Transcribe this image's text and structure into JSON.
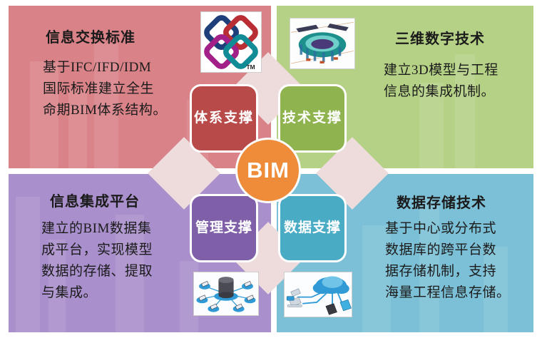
{
  "center": {
    "circle_label": "BIM",
    "boxes": [
      {
        "key": "system",
        "label": "体系支撑",
        "color": "#b94a4a"
      },
      {
        "key": "technology",
        "label": "技术支撑",
        "color": "#8fb44f"
      },
      {
        "key": "management",
        "label": "管理支撑",
        "color": "#7e5fa8"
      },
      {
        "key": "data",
        "label": "数据支撑",
        "color": "#4aabc4"
      }
    ],
    "circle_color": "#ef8c3a",
    "connector_color": "#eedcdc"
  },
  "quadrants": [
    {
      "key": "top-left",
      "title": "信息交换标准",
      "body": "基于IFC/IFD/IDM\n国际标准建立全生\n命期BIM体系结构。",
      "color": "#d98288",
      "image_name": "buildingsmart-logo-image",
      "image_caption": "TM"
    },
    {
      "key": "top-right",
      "title": "三维数字技术",
      "body": "建立3D模型与工程\n信息的集成机制。",
      "color": "#b5d186",
      "image_name": "stadium-3d-model-image"
    },
    {
      "key": "bottom-left",
      "title": "信息集成平台",
      "body": "建立的BIM数据集\n成平台，实现模型\n数据的存储、提取\n与集成。",
      "color": "#a98fcb",
      "image_name": "database-network-image"
    },
    {
      "key": "bottom-right",
      "title": "数据存储技术",
      "body": "基于中心或分布式\n数据库的跨平台数\n据存储机制，支持\n海量工程信息存储。",
      "color": "#7bc0d6",
      "image_name": "cloud-storage-image"
    }
  ]
}
